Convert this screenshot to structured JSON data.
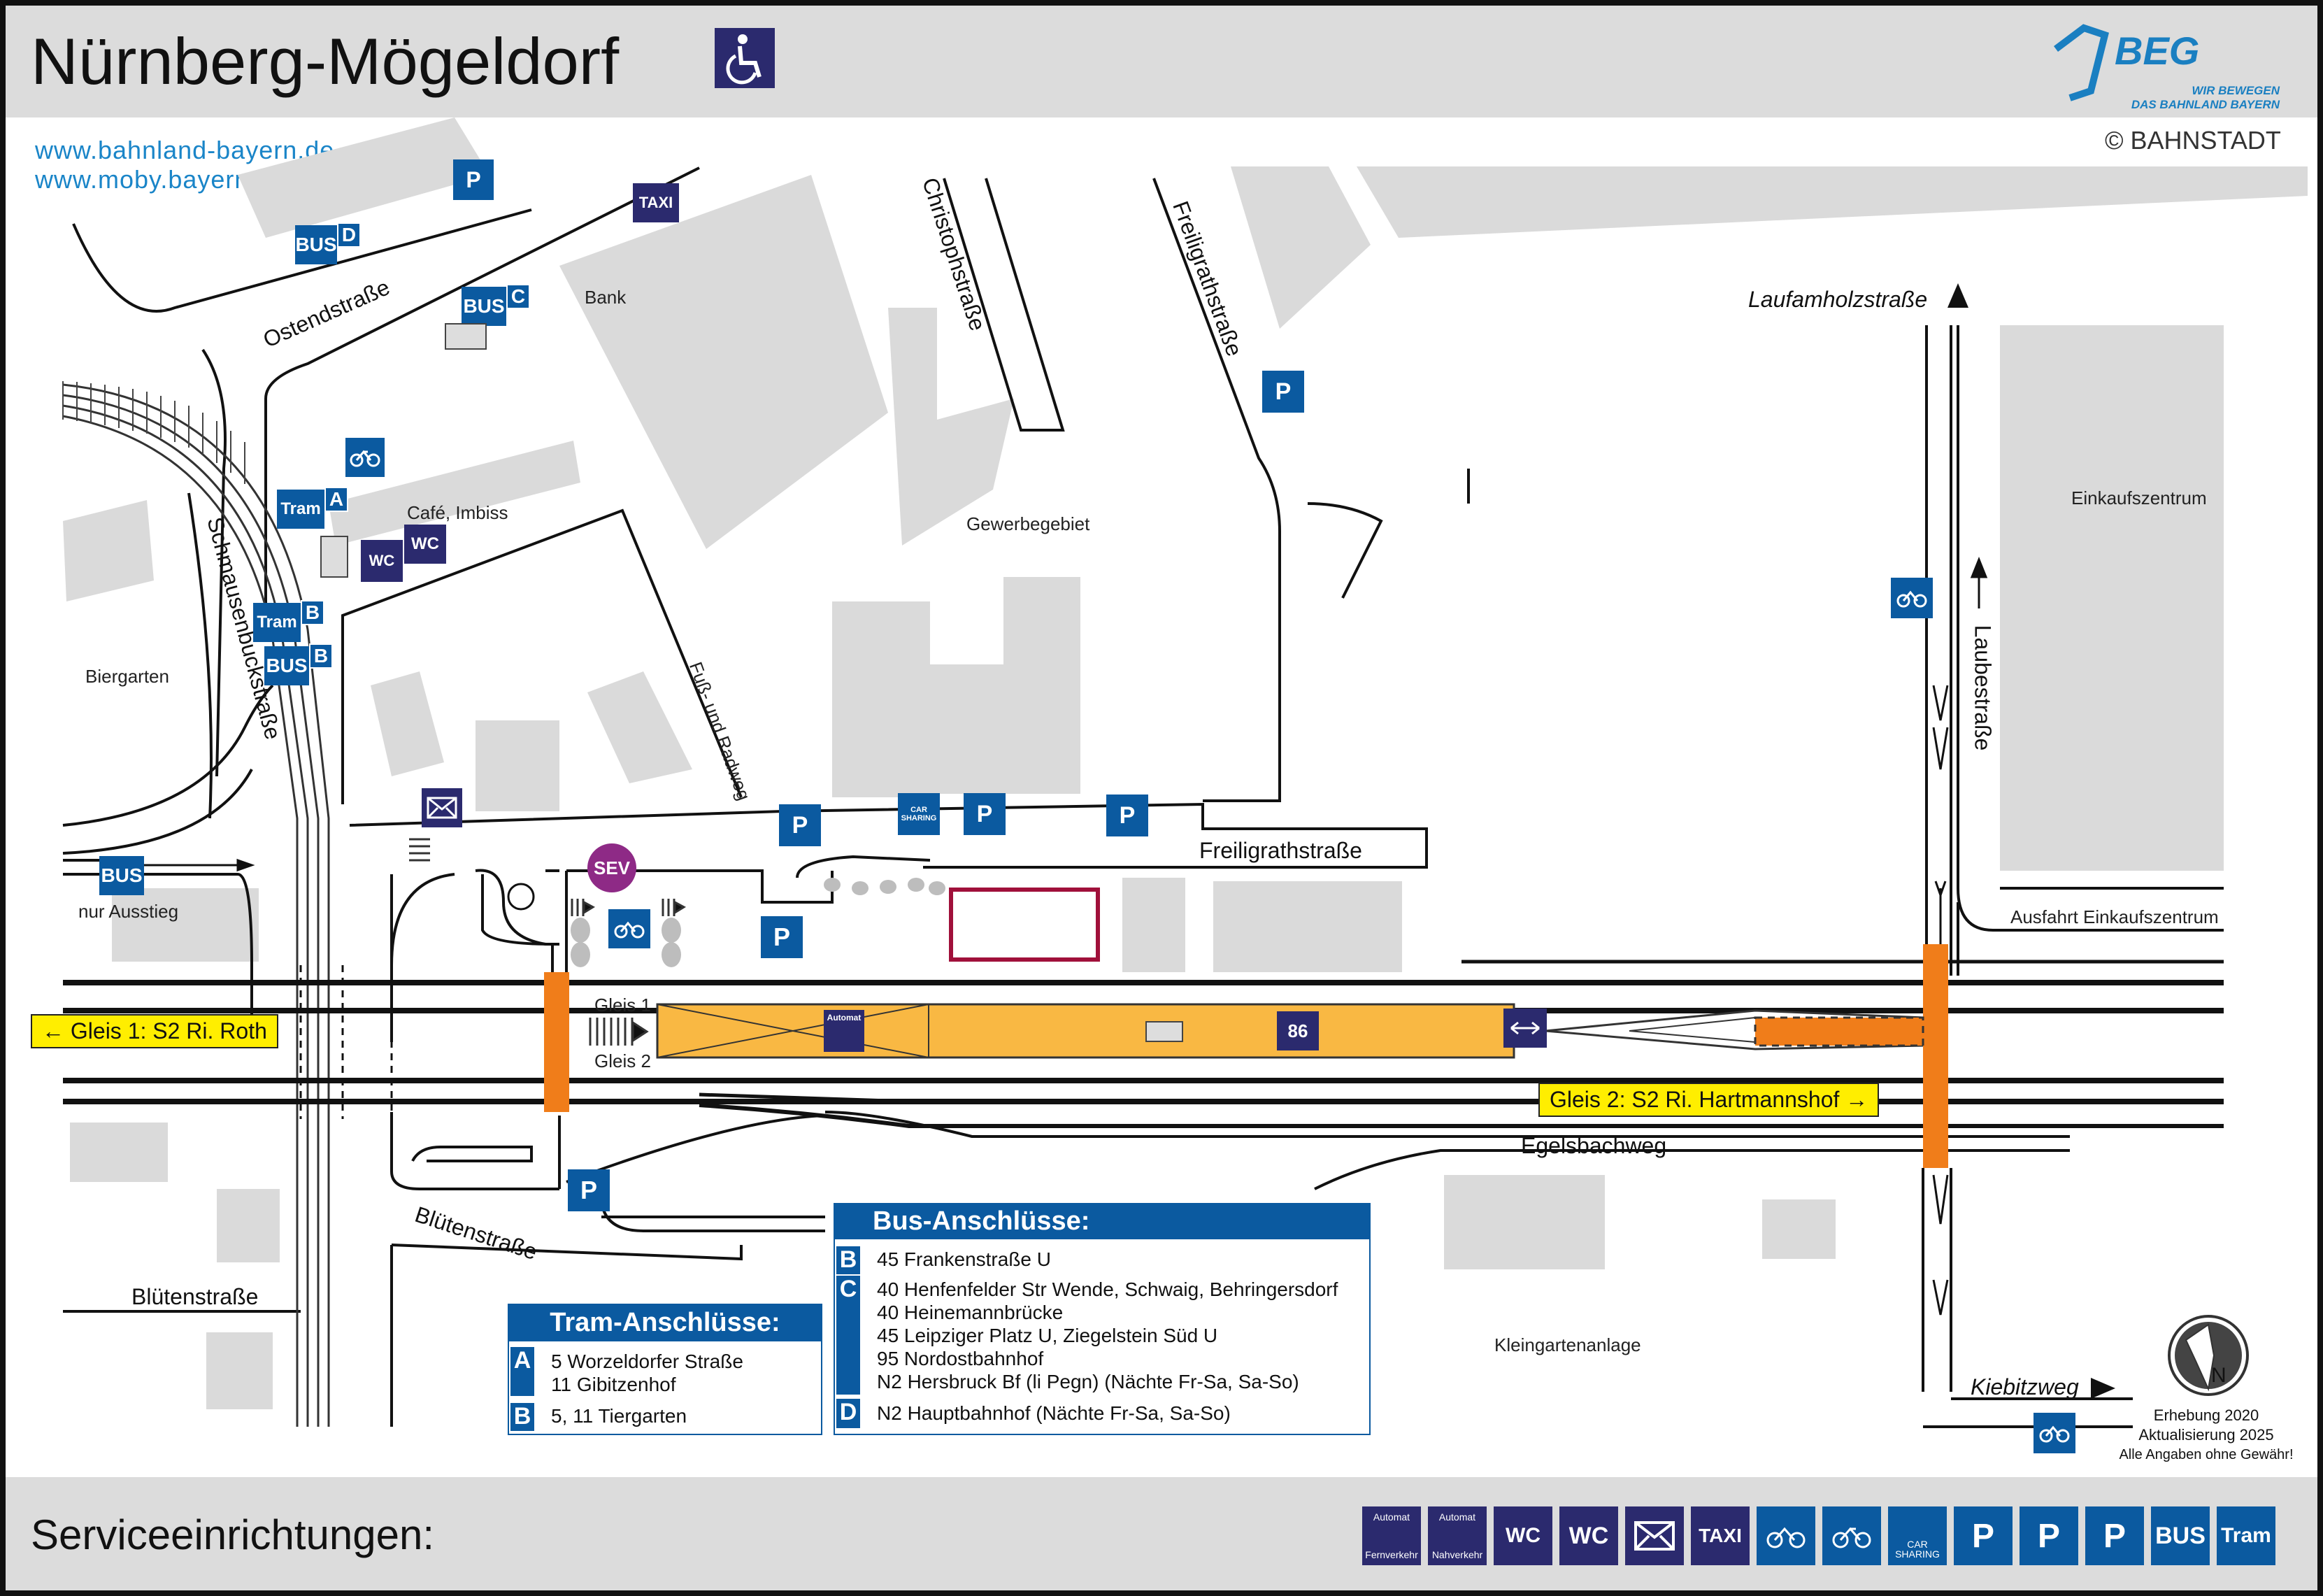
{
  "header": {
    "title": "Nürnberg-Mögeldorf",
    "brand": "BEG",
    "brand_tagline_1": "WIR BEWEGEN",
    "brand_tagline_2": "DAS BAHNLAND BAYERN",
    "copyright": "© BAHNSTADT",
    "urls": [
      "www.bahnland-bayern.de",
      "www.moby.bayern"
    ]
  },
  "map": {
    "streets": {
      "ostend": "Ostendstraße",
      "christoph": "Christophstraße",
      "freiligrath_v": "Freiligrathstraße",
      "freiligrath_h": "Freiligrathstraße",
      "schmausenbuck": "Schmausenbuckstraße",
      "fuss": "Fuß- und Radweg",
      "laube": "Laubestraße",
      "egelsbach": "Egelsbachweg",
      "bluten1": "Blütenstraße",
      "bluten2": "Blütenstraße",
      "ausfahrt": "Ausfahrt Einkaufszentrum"
    },
    "directions": {
      "laufamholz": "Laufamholzstraße",
      "kiebitz": "Kiebitzweg"
    },
    "places": {
      "bank": "Bank",
      "cafe": "Café, Imbiss",
      "gewerbe": "Gewerbegebiet",
      "einkauf": "Einkaufszentrum",
      "biergarten": "Biergarten",
      "kleingarten": "Kleingartenanlage",
      "nur_ausstieg": "nur Ausstieg"
    },
    "tracks": {
      "gleis1": "Gleis 1",
      "gleis2": "Gleis 2",
      "gleis1_sign": "←  Gleis 1: S2 Ri. Roth",
      "gleis2_sign": "Gleis 2: S2 Ri. Hartmannshof  →"
    },
    "stop_letters": {
      "busD": "D",
      "busC": "C",
      "tramA": "A",
      "tramB": "B",
      "busB": "B"
    },
    "labels": {
      "bus": "BUS",
      "tram": "Tram",
      "taxi": "TAXI",
      "wc": "WC",
      "sev": "SEV",
      "p": "P",
      "automat": "Automat",
      "car": "CAR",
      "sharing": "SHARING",
      "exit_no": "86"
    }
  },
  "tram_panel": {
    "title": "Tram-Anschlüsse:",
    "rows": [
      {
        "key": "A",
        "lines": [
          "5 Worzeldorfer Straße",
          "11 Gibitzenhof"
        ]
      },
      {
        "key": "B",
        "lines": [
          "5, 11 Tiergarten"
        ]
      }
    ]
  },
  "bus_panel": {
    "title": "Bus-Anschlüsse:",
    "rows": [
      {
        "key": "B",
        "lines": [
          "45 Frankenstraße U"
        ]
      },
      {
        "key": "C",
        "lines": [
          "40 Henfenfelder Str Wende, Schwaig, Behringersdorf",
          "40 Heinemannbrücke",
          "45 Leipziger Platz U, Ziegelstein Süd U",
          "95 Nordostbahnhof",
          "N2 Hersbruck Bf (li Pegn) (Nächte Fr-Sa, Sa-So)"
        ]
      },
      {
        "key": "D",
        "lines": [
          "N2 Hauptbahnhof (Nächte Fr-Sa, Sa-So)"
        ]
      }
    ]
  },
  "survey": {
    "line1": "Erhebung 2020",
    "line2": "Aktualisierung 2025",
    "line3": "Alle Angaben ohne Gewähr!"
  },
  "services": {
    "title": "Serviceeinrichtungen:",
    "items": [
      {
        "icon": "ticket-machine-longdistance-icon",
        "top": "Automat",
        "bottom": "Fernverkehr",
        "color": "#2b2a6e"
      },
      {
        "icon": "ticket-machine-regional-icon",
        "top": "Automat",
        "bottom": "Nahverkehr",
        "color": "#2b2a6e"
      },
      {
        "icon": "accessible-wc-icon",
        "top": "WC",
        "bottom": "",
        "color": "#2b2a6e"
      },
      {
        "icon": "wc-icon",
        "top": "WC",
        "bottom": "",
        "color": "#2b2a6e"
      },
      {
        "icon": "mailbox-icon",
        "top": "",
        "bottom": "",
        "color": "#2b2a6e"
      },
      {
        "icon": "taxi-icon",
        "top": "TAXI",
        "bottom": "",
        "color": "#2b2a6e"
      },
      {
        "icon": "bike-parking-icon",
        "top": "",
        "bottom": "",
        "color": "#0b5aa0"
      },
      {
        "icon": "bike-icon",
        "top": "",
        "bottom": "",
        "color": "#0b5aa0"
      },
      {
        "icon": "car-sharing-icon",
        "top": "CAR",
        "bottom": "SHARING",
        "color": "#0b5aa0"
      },
      {
        "icon": "parking-icon",
        "top": "P",
        "bottom": "",
        "color": "#0b5aa0"
      },
      {
        "icon": "short-term-parking-icon",
        "top": "P",
        "bottom": "",
        "color": "#0b5aa0"
      },
      {
        "icon": "ev-charging-parking-icon",
        "top": "P",
        "bottom": "",
        "color": "#0b5aa0"
      },
      {
        "icon": "bus-icon",
        "top": "BUS",
        "bottom": "",
        "color": "#0b5aa0"
      },
      {
        "icon": "tram-icon",
        "top": "Tram",
        "bottom": "",
        "color": "#0b5aa0"
      }
    ]
  },
  "colors": {
    "navy": "#2b2a6e",
    "blue": "#0b5aa0",
    "platform": "#f9b843",
    "access": "#f07d1a",
    "sign": "#ffee00",
    "building": "#dadada",
    "sev": "#8e2a86",
    "highlight": "#a0103a"
  }
}
